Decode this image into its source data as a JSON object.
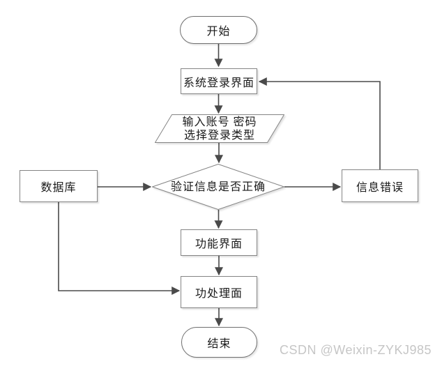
{
  "diagram": {
    "type": "flowchart",
    "nodes": {
      "start": {
        "shape": "terminator",
        "label": "开始"
      },
      "login_ui": {
        "shape": "process",
        "label": "系统登录界面"
      },
      "input_io": {
        "shape": "input-output",
        "label_line1": "输入账号 密码",
        "label_line2": "选择登录类型"
      },
      "verify": {
        "shape": "decision",
        "label": "验证信息是否正确"
      },
      "database": {
        "shape": "process",
        "label": "数据库"
      },
      "info_error": {
        "shape": "process",
        "label": "信息错误"
      },
      "function_ui": {
        "shape": "process",
        "label": "功能界面"
      },
      "process_ui": {
        "shape": "process",
        "label": "功处理面"
      },
      "end": {
        "shape": "terminator",
        "label": "结束"
      }
    },
    "edges": [
      {
        "from": "start",
        "to": "login_ui"
      },
      {
        "from": "login_ui",
        "to": "input_io"
      },
      {
        "from": "input_io",
        "to": "verify"
      },
      {
        "from": "verify",
        "to": "function_ui"
      },
      {
        "from": "function_ui",
        "to": "process_ui"
      },
      {
        "from": "process_ui",
        "to": "end"
      },
      {
        "from": "database",
        "to": "verify"
      },
      {
        "from": "verify",
        "to": "info_error"
      },
      {
        "from": "info_error",
        "to": "login_ui"
      },
      {
        "from": "database",
        "to": "process_ui"
      }
    ],
    "colors": {
      "background": "#ffffff",
      "shape_border": "#848484",
      "arrow_line": "#4a4a4a",
      "text": "#1a1a1a",
      "watermark": "#c6c6c6"
    }
  },
  "watermark": {
    "text": "CSDN @Weixin-ZYKJ985"
  }
}
